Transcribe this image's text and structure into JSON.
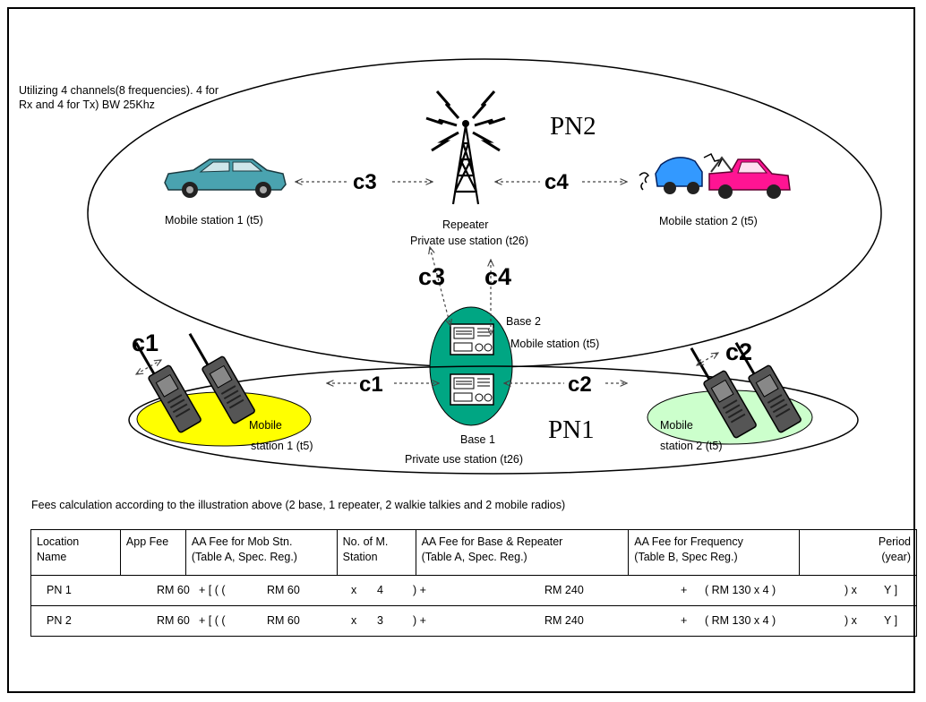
{
  "note": "Utilizing 4 channels(8 frequencies). 4 for Rx and 4 for Tx)  BW 25Khz",
  "networks": {
    "pn2": "PN2",
    "pn1": "PN1"
  },
  "channels": {
    "c1": "c1",
    "c2": "c2",
    "c3": "c3",
    "c4": "c4"
  },
  "stations": {
    "mobile1_pn2": "Mobile station 1 (t5)",
    "mobile2_pn2": "Mobile station 2 (t5)",
    "repeater_name": "Repeater",
    "repeater_type": "Private use station (t26)",
    "base2_name": "Base 2",
    "base2_type": "Mobile station (t5)",
    "base1_name": "Base 1",
    "base1_type": "Private use station (t26)",
    "mobile1_pn1_line1": "Mobile",
    "mobile1_pn1_line2": "station 1 (t5)",
    "mobile2_pn1_line1": "Mobile",
    "mobile2_pn1_line2": "station 2 (t5)"
  },
  "colors": {
    "pn1_left_zone": "#ffff00",
    "pn1_right_zone": "#ccffcc",
    "base_zone": "#00a683",
    "car": "#4aa3b0",
    "tow_truck": "#ff1493",
    "crashed_car": "#3399ff"
  },
  "icons": [
    "car-icon",
    "radio-tower-icon",
    "tow-truck-icon",
    "base-radio-icon",
    "walkie-talkie-icon"
  ],
  "fees": {
    "caption": "Fees calculation according to the illustration above (2 base, 1 repeater, 2 walkie talkies and 2 mobile radios)",
    "headers": [
      [
        "Location",
        "Name"
      ],
      [
        "App Fee"
      ],
      [
        "AA Fee for Mob Stn.",
        "(Table A, Spec. Reg.)"
      ],
      [
        "No. of M.",
        "Station"
      ],
      [
        "AA Fee for Base & Repeater",
        "(Table A, Spec. Reg.)"
      ],
      [
        "AA Fee for Frequency",
        "(Table B, Spec Reg.)"
      ],
      [
        "Period",
        "(year)"
      ]
    ],
    "rows": [
      {
        "name": "PN 1",
        "app_fee": "RM 60",
        "open": "+ [  ( (",
        "mob_fee": "RM 60",
        "times": "x",
        "count": "4",
        "close_plus": ") +",
        "base_fee": "RM 240",
        "plus": "+",
        "freq": "( RM 130 x 4 )",
        "period_x": ") x",
        "period_y": "Y  ]"
      },
      {
        "name": "PN 2",
        "app_fee": "RM 60",
        "open": "+ [  ( (",
        "mob_fee": "RM 60",
        "times": "x",
        "count": "3",
        "close_plus": ") +",
        "base_fee": "RM 240",
        "plus": "+",
        "freq": "( RM 130 x 4 )",
        "period_x": ") x",
        "period_y": "Y  ]"
      }
    ]
  }
}
